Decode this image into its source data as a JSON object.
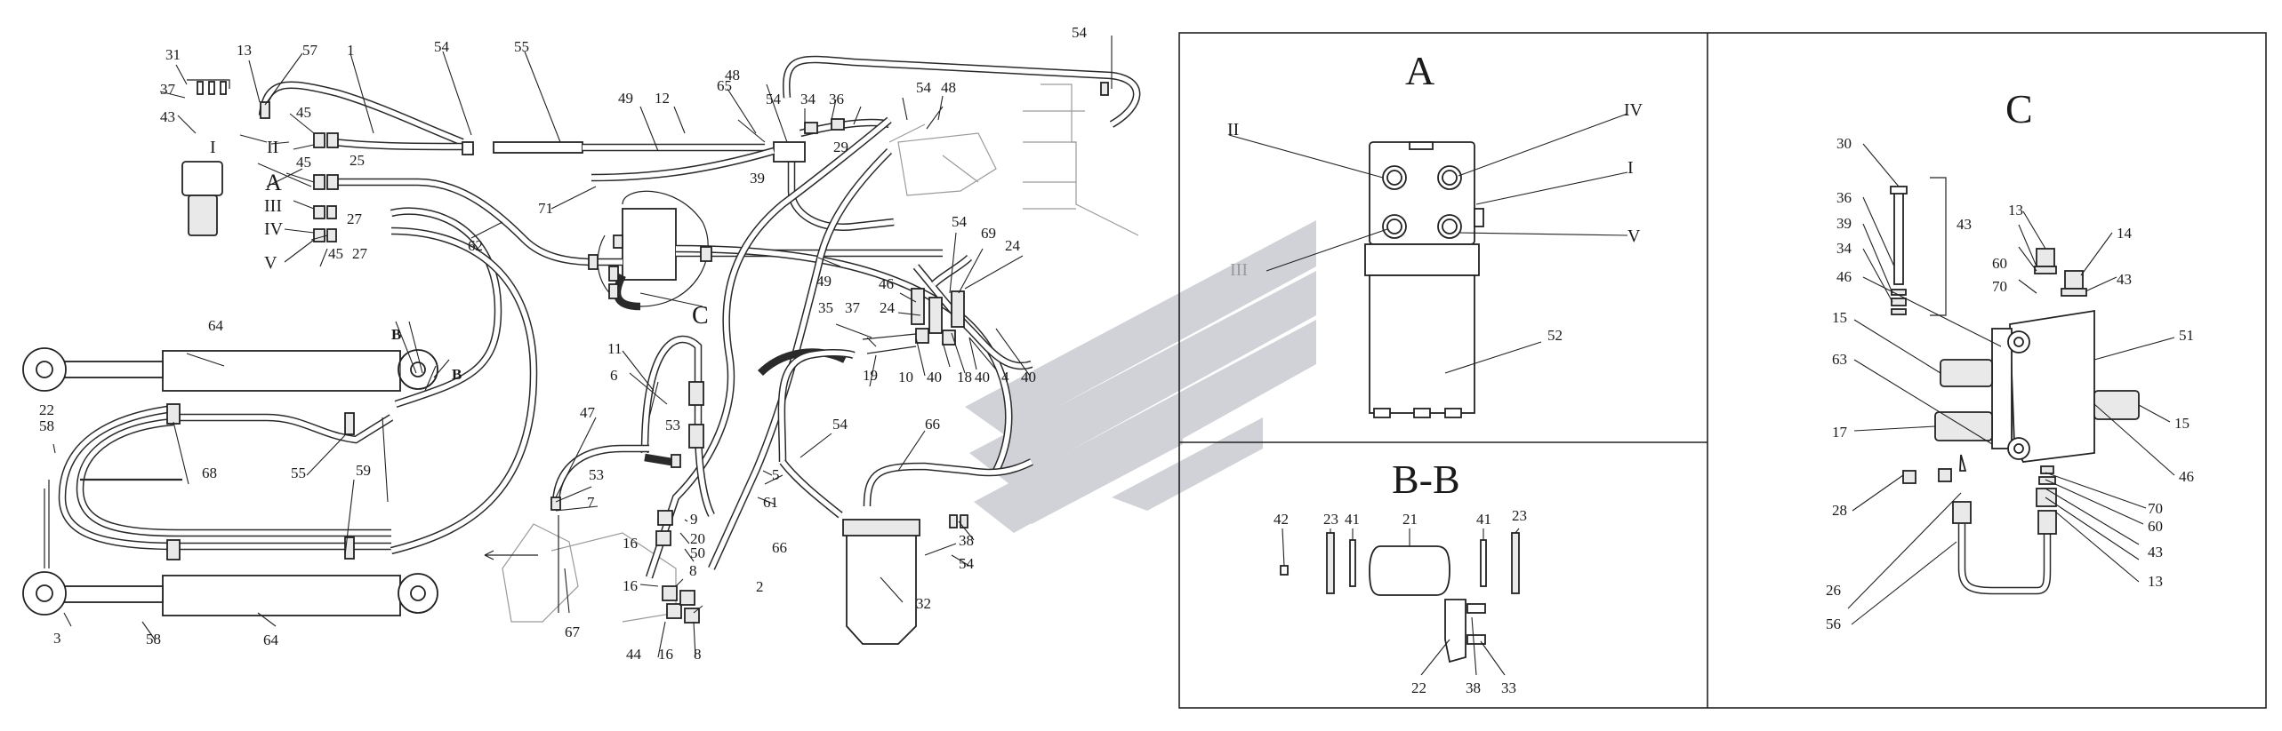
{
  "section_titles": {
    "A": "A",
    "BB": "B-B",
    "C": "C"
  },
  "colors": {
    "line": "#2a2a2a",
    "watermark": "#c9cbd2",
    "background": "#ffffff"
  },
  "main_view": {
    "callouts": [
      "31",
      "13",
      "57",
      "1",
      "54",
      "55",
      "37",
      "43",
      "45",
      "25",
      "II",
      "I",
      "A",
      "45",
      "III",
      "27",
      "IV",
      "V",
      "45",
      "27",
      "62",
      "64",
      "B",
      "B",
      "22",
      "58",
      "68",
      "55",
      "59",
      "3",
      "58",
      "64",
      "49",
      "12",
      "65",
      "48",
      "54",
      "34",
      "36",
      "29",
      "39",
      "54",
      "48",
      "54",
      "71",
      "C",
      "49",
      "54",
      "69",
      "24",
      "46",
      "24",
      "35",
      "37",
      "19",
      "10",
      "40",
      "18",
      "40",
      "4",
      "40",
      "11",
      "6",
      "53",
      "47",
      "53",
      "7",
      "9",
      "20",
      "50",
      "16",
      "8",
      "16",
      "16",
      "8",
      "44",
      "67",
      "54",
      "5",
      "61",
      "66",
      "66",
      "2",
      "32",
      "38",
      "54"
    ]
  },
  "view_A": {
    "roman_labels": [
      "II",
      "IV",
      "I",
      "III",
      "V"
    ],
    "callouts": [
      "52"
    ]
  },
  "view_BB": {
    "callouts": [
      "42",
      "23",
      "41",
      "21",
      "41",
      "23",
      "22",
      "38",
      "33"
    ]
  },
  "view_C": {
    "callouts": [
      "30",
      "36",
      "39",
      "34",
      "46",
      "13",
      "43",
      "60",
      "70",
      "14",
      "43",
      "15",
      "63",
      "51",
      "17",
      "15",
      "46",
      "28",
      "70",
      "60",
      "43",
      "13",
      "26",
      "56"
    ]
  }
}
